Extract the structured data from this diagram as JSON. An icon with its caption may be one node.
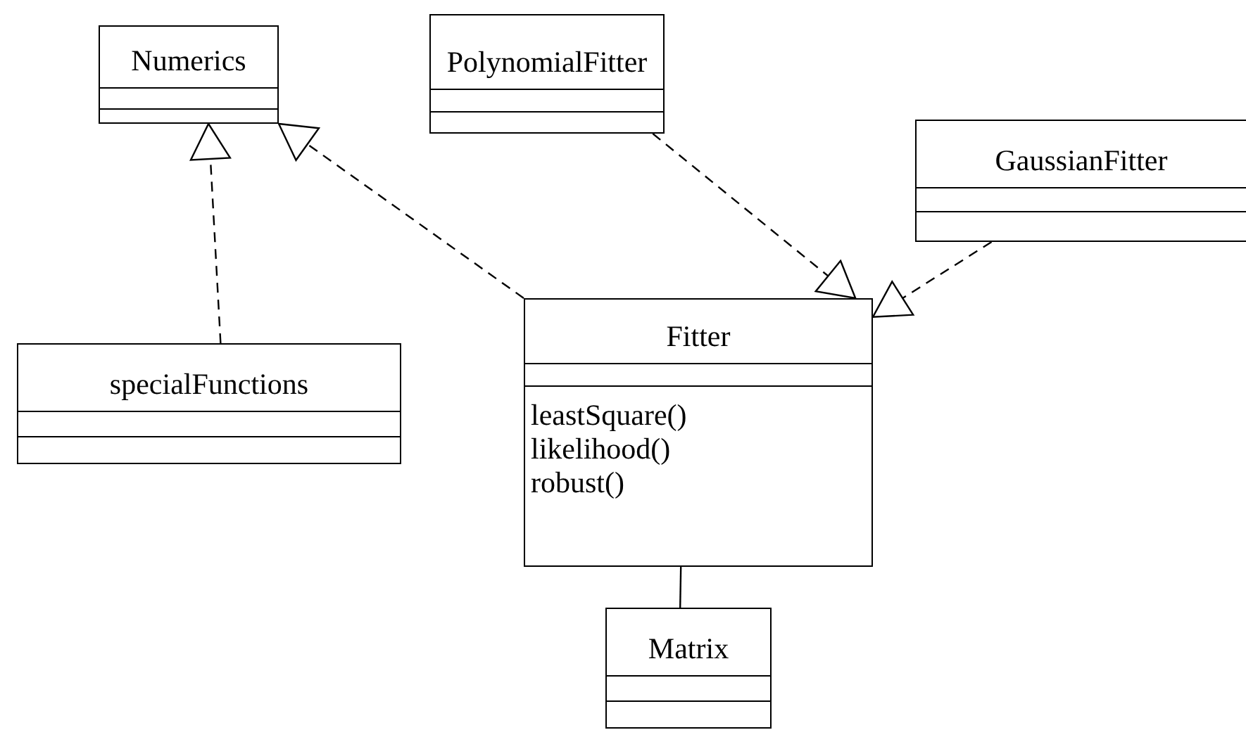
{
  "diagram": {
    "nodes": [
      {
        "text": [
          "Numerics"
        ]
      },
      {
        "text": [
          "PolynomialFitter"
        ]
      },
      {
        "text": [
          "GaussianFitter"
        ]
      },
      {
        "text": [
          "specialFunctions"
        ]
      },
      {
        "text": [
          "Fitter",
          "leastSquare()",
          "likelihood()",
          "robust()"
        ]
      },
      {
        "text": [
          "Matrix"
        ]
      }
    ],
    "edges": [
      {
        "from": 3,
        "to": 0,
        "arrow": "to",
        "style": "dashed"
      },
      {
        "from": 4,
        "to": 0,
        "arrow": "to",
        "style": "dashed"
      },
      {
        "from": 1,
        "to": 4,
        "arrow": "to",
        "style": "dashed"
      },
      {
        "from": 2,
        "to": 4,
        "arrow": "to",
        "style": "dashed"
      },
      {
        "from": 4,
        "to": 5,
        "arrow": "none"
      }
    ]
  }
}
